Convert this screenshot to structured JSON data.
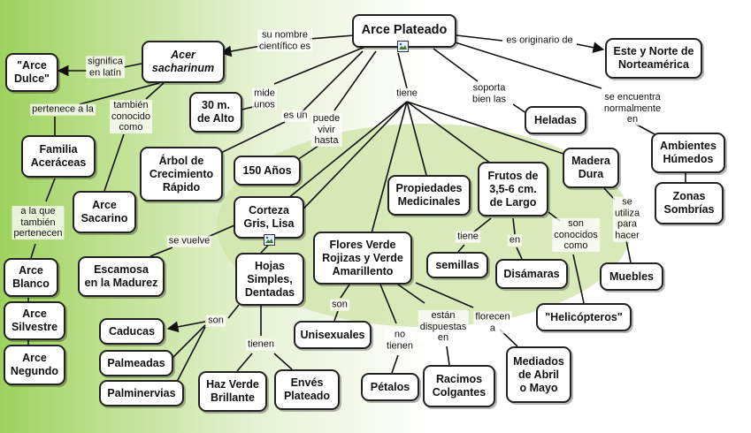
{
  "map": {
    "nodes": {
      "root": "Arce Plateado",
      "acer": "Acer\nsacharinum",
      "arce_dulce": "\"Arce\nDulce\"",
      "este_norte": "Este y Norte de\nNorteamérica",
      "altura": "30 m.\nde Alto",
      "familia": "Familia\nAceráceas",
      "sacarino": "Arce\nSacarino",
      "arbol": "Árbol de\nCrecimiento\nRápido",
      "anos": "150 Años",
      "heladas": "Heladas",
      "ambientes": "Ambientes\nHúmedos",
      "zonas": "Zonas\nSombrías",
      "propiedades": "Propiedades\nMedicinales",
      "frutos": "Frutos de\n3,5-6 cm.\nde Largo",
      "madera": "Madera\nDura",
      "corteza": "Corteza\nGris, Lisa",
      "escamosa": "Escamosa\nen la Madurez",
      "flores": "Flores Verde\nRojizas y Verde\nAmarillento",
      "semillas": "semillas",
      "disamaras": "Disámaras",
      "muebles": "Muebles",
      "helicopteros": "\"Helicópteros\"",
      "arce_blanco": "Arce\nBlanco",
      "arce_silvestre": "Arce\nSilvestre",
      "arce_negundo": "Arce\nNegundo",
      "hojas": "Hojas\nSimples,\nDentadas",
      "caducas": "Caducas",
      "palmeadas": "Palmeadas",
      "palminervias": "Palminervias",
      "haz": "Haz Verde\nBrillante",
      "enves": "Envés\nPlateado",
      "unisexuales": "Unisexuales",
      "petalos": "Pétalos",
      "racimos": "Racimos\nColgantes",
      "mediados": "Mediados\nde Abril\no Mayo"
    },
    "labels": {
      "su_nombre": "su nombre\ncientífico es",
      "es_originario": "es originario de",
      "significa": "significa\nen latín",
      "mide": "mide\nunos",
      "es_un": "es un",
      "puede_vivir": "puede\nvivir\nhasta",
      "tiene": "tiene",
      "soporta": "soporta\nbien las",
      "se_encuentra": "se encuentra\nnormalmente\nen",
      "pertenece": "pertenece a la",
      "tambien_conocido": "también\nconocido\ncomo",
      "a_la_que": "a la que\ntambién\npertenecen",
      "se_vuelve": "se vuelve",
      "tiene_semillas": "tiene",
      "en": "en",
      "se_utiliza": "se\nutiliza\npara\nhacer",
      "son_conocidos": "son\nconocidos\ncomo",
      "son_hojas": "son",
      "tienen": "tienen",
      "son_flores": "son",
      "no_tienen": "no\ntienen",
      "estan_dispuestas": "están\ndispuestas\nen",
      "florecen": "florecen\na"
    }
  }
}
